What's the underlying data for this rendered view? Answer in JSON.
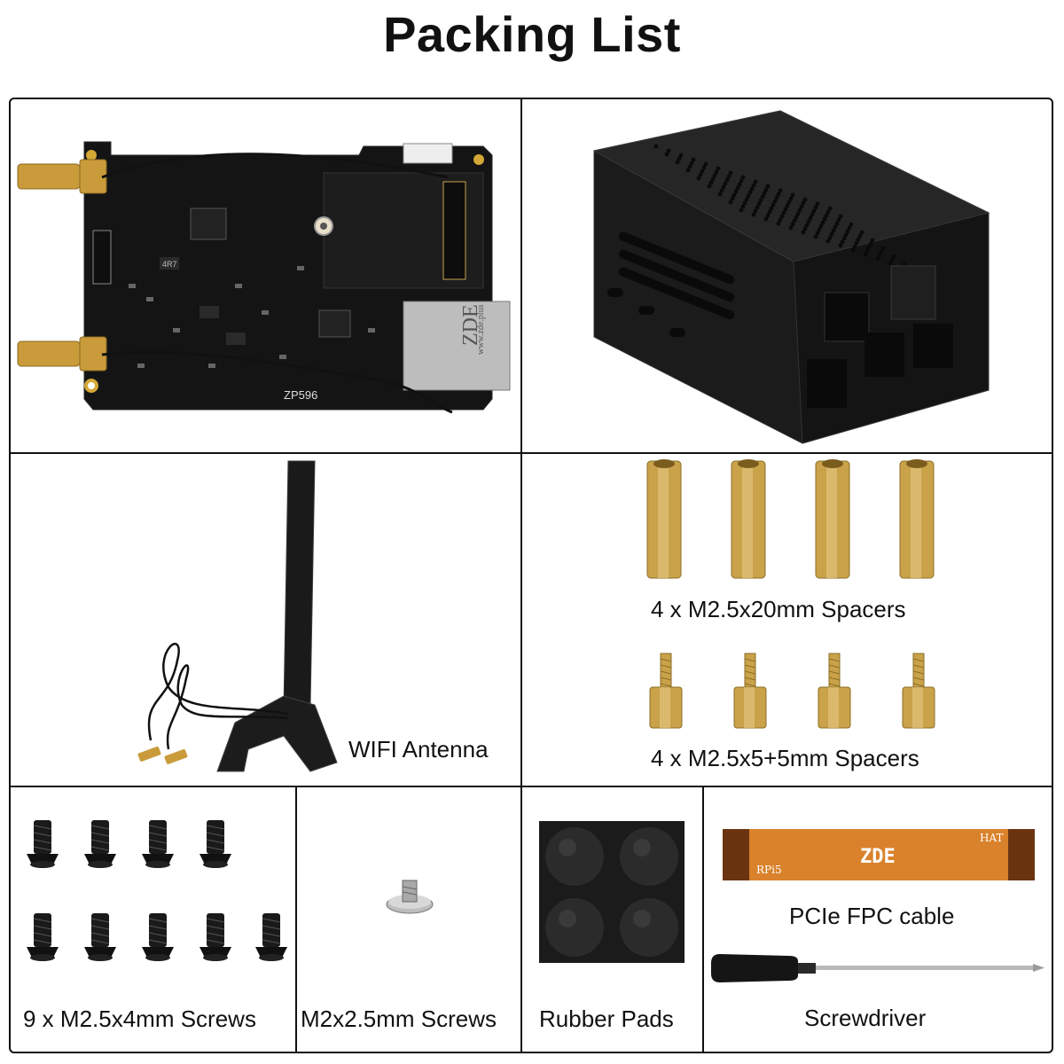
{
  "title": "Packing List",
  "board": {
    "label": "ZP596",
    "brand_text": "ZDE",
    "side_text": "www.zde.plus",
    "chip_mark": "4R7"
  },
  "antenna": {
    "label": "WIFI Antenna"
  },
  "spacers": {
    "long_label": "4 x M2.5x20mm Spacers",
    "short_label": "4 x M2.5x5+5mm Spacers"
  },
  "screws": {
    "label": "9 x M2.5x4mm Screws"
  },
  "small_screw": {
    "label": "M2x2.5mm Screws"
  },
  "rubber_pads": {
    "label": "Rubber Pads"
  },
  "fpc_cable": {
    "label": "PCIe FPC cable",
    "brand": "ZDE",
    "end_left": "RPi5",
    "end_right": "HAT"
  },
  "screwdriver": {
    "label": "Screwdriver"
  },
  "colors": {
    "pcb": "#141414",
    "brass": "#c9a24a",
    "gold": "#d4a737",
    "case": "#1b1b1b",
    "fpc": "#d9822b"
  }
}
